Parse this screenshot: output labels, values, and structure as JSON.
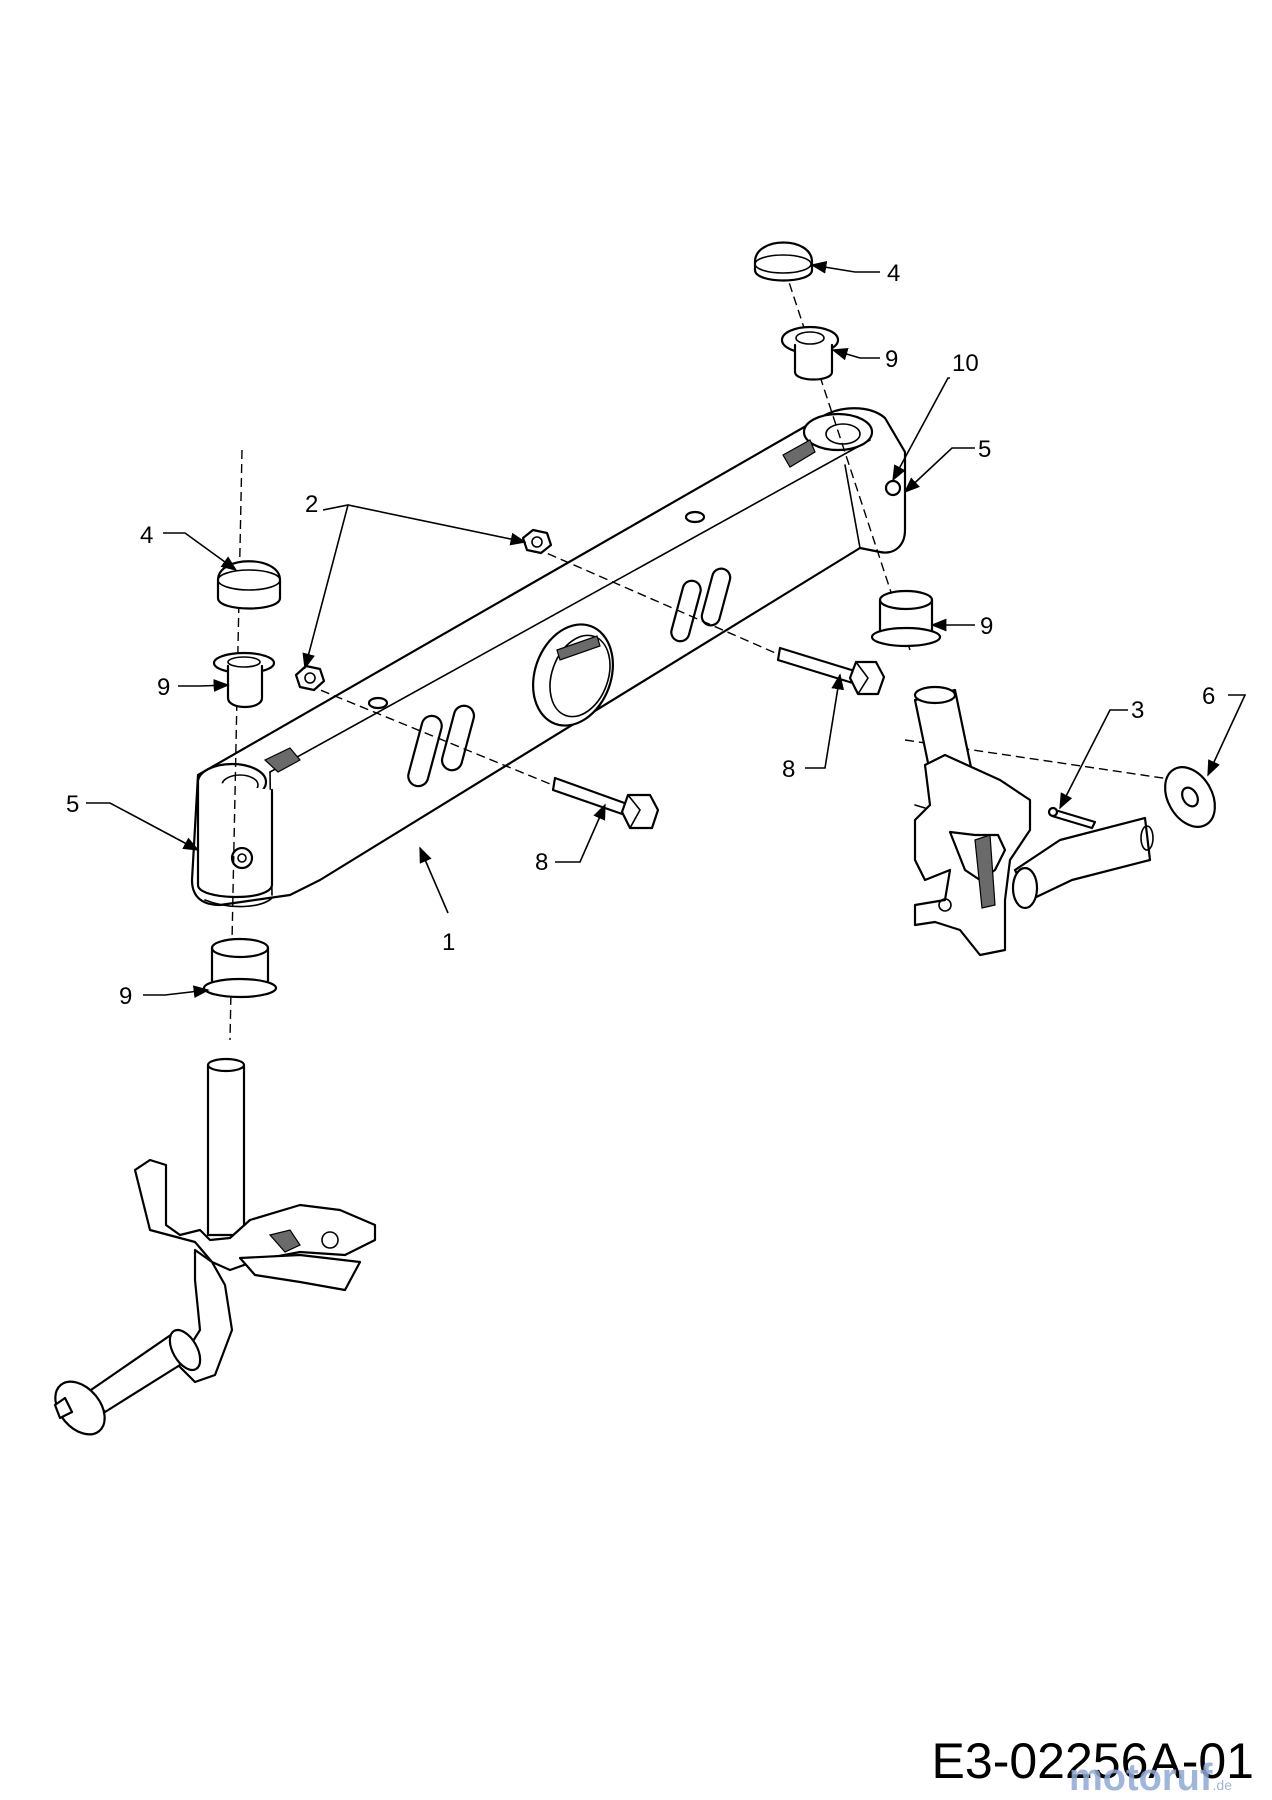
{
  "callouts": [
    {
      "id": "c1",
      "label": "1"
    },
    {
      "id": "c2",
      "label": "2"
    },
    {
      "id": "c3",
      "label": "3"
    },
    {
      "id": "c4a",
      "label": "4"
    },
    {
      "id": "c4b",
      "label": "4"
    },
    {
      "id": "c5a",
      "label": "5"
    },
    {
      "id": "c5b",
      "label": "5"
    },
    {
      "id": "c6",
      "label": "6"
    },
    {
      "id": "c8a",
      "label": "8"
    },
    {
      "id": "c8b",
      "label": "8"
    },
    {
      "id": "c9a",
      "label": "9"
    },
    {
      "id": "c9b",
      "label": "9"
    },
    {
      "id": "c9c",
      "label": "9"
    },
    {
      "id": "c9d",
      "label": "9"
    },
    {
      "id": "c10",
      "label": "10"
    }
  ],
  "diagram_code": "E3-02256A-01",
  "watermark": {
    "text": "motoruf",
    "suffix": ".de"
  }
}
